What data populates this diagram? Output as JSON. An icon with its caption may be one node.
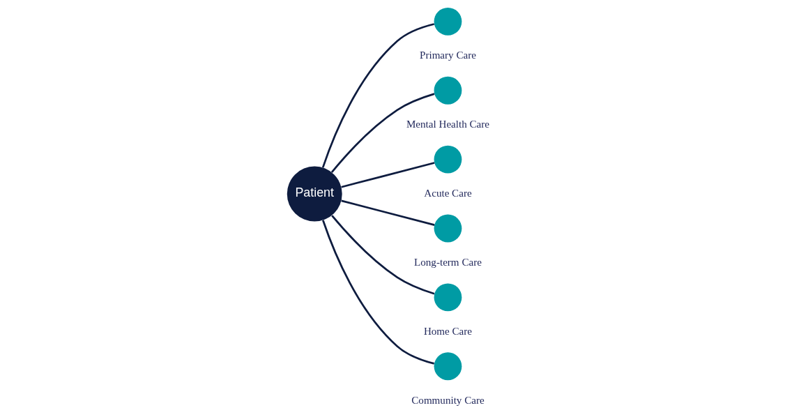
{
  "diagram": {
    "nodes": [
      {
        "text": [
          "Patient"
        ]
      },
      {
        "text": [],
        "shape": "circle",
        "beside": [
          "Primary Care"
        ]
      },
      {
        "text": [],
        "shape": "circle",
        "beside": [
          "Mental Health Care"
        ]
      },
      {
        "text": [],
        "shape": "circle",
        "beside": [
          "Acute Care"
        ]
      },
      {
        "text": [],
        "shape": "circle",
        "beside": [
          "Long-term Care"
        ]
      },
      {
        "text": [],
        "shape": "circle",
        "beside": [
          "Home Care"
        ]
      },
      {
        "text": [],
        "shape": "circle",
        "beside": [
          "Community Care"
        ]
      }
    ],
    "edges": [
      {
        "from": 0,
        "to": 1,
        "arrow": "none"
      },
      {
        "from": 0,
        "to": 2,
        "arrow": "none"
      },
      {
        "from": 0,
        "to": 3,
        "arrow": "none"
      },
      {
        "from": 0,
        "to": 4,
        "arrow": "none"
      },
      {
        "from": 0,
        "to": 5,
        "arrow": "none"
      },
      {
        "from": 0,
        "to": 6,
        "arrow": "none"
      }
    ]
  }
}
